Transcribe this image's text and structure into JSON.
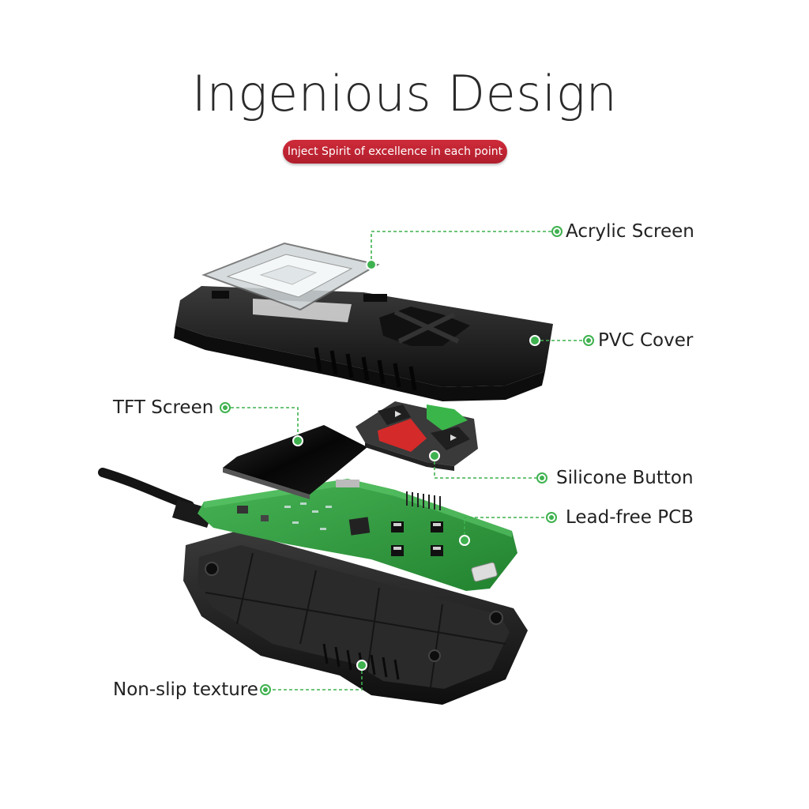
{
  "title": "Ingenious Design",
  "subtitle": "Inject Spirit of excellence in each point",
  "labels": {
    "acrylic_screen": "Acrylic Screen",
    "pvc_cover": "PVC Cover",
    "tft_screen": "TFT Screen",
    "silicone_button": "Silicone Button",
    "lead_free_pcb": "Lead-free PCB",
    "non_slip_texture": "Non-slip texture"
  },
  "colors": {
    "accent_green": "#3fb24f",
    "badge_red": "#c62534",
    "housing_black": "#1c1c1c",
    "pcb_green": "#2e9a3e"
  }
}
